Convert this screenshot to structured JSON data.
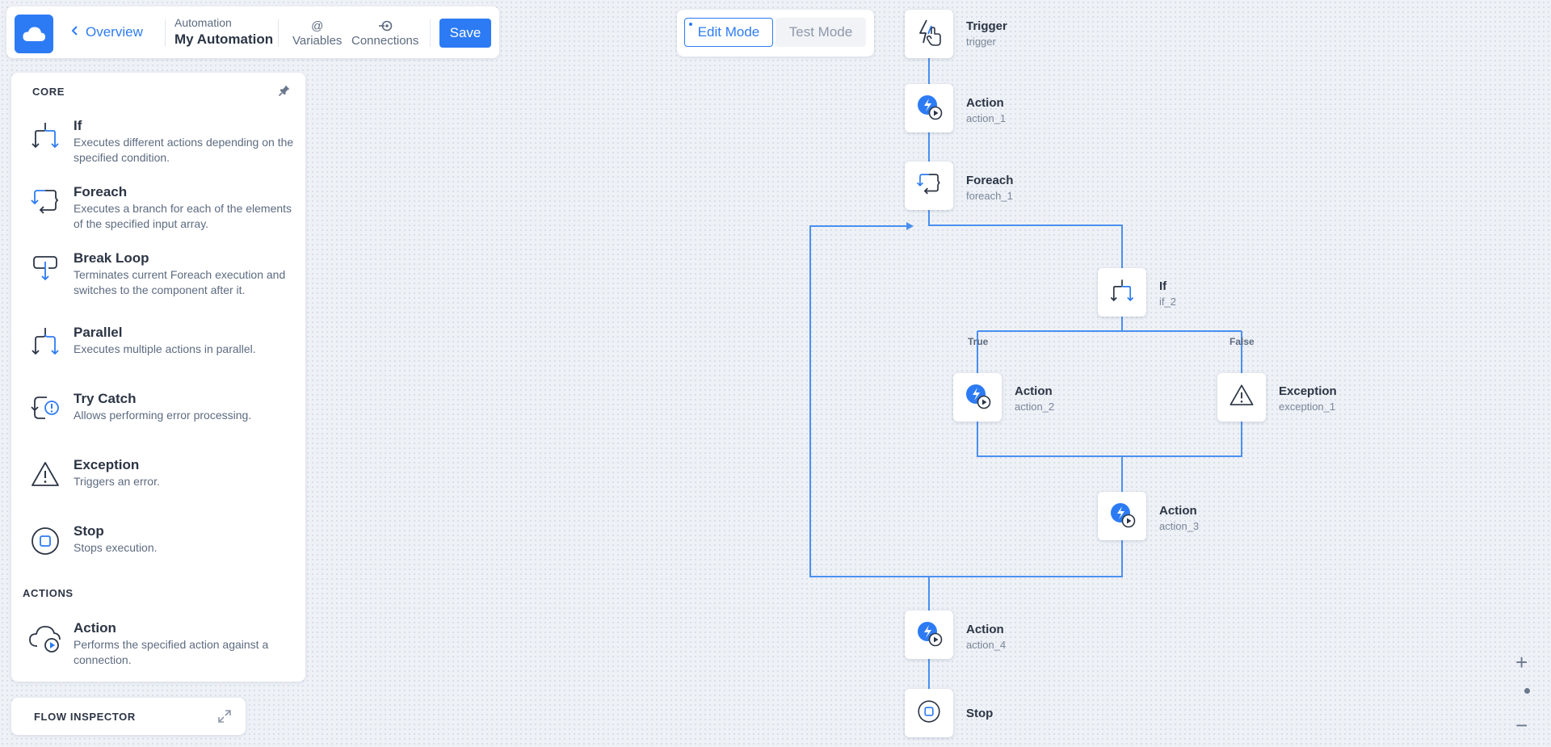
{
  "toolbar": {
    "back_label": "Overview",
    "breadcrumb_sub": "Automation",
    "breadcrumb_title": "My Automation",
    "variables_label": "Variables",
    "variables_icon": "@",
    "connections_label": "Connections",
    "save_label": "Save"
  },
  "modes": {
    "edit": "Edit Mode",
    "test": "Test Mode",
    "active": "edit"
  },
  "palette": {
    "core_heading": "CORE",
    "actions_heading": "ACTIONS",
    "items": [
      {
        "title": "If",
        "desc": "Executes different actions depending on the specified condition.",
        "icon": "if-icon"
      },
      {
        "title": "Foreach",
        "desc": "Executes a branch for each of the elements of the specified input array.",
        "icon": "foreach-icon"
      },
      {
        "title": "Break Loop",
        "desc": "Terminates current Foreach execution and switches to the component after it.",
        "icon": "break-loop-icon"
      },
      {
        "title": "Parallel",
        "desc": "Executes multiple actions in parallel.",
        "icon": "parallel-icon"
      },
      {
        "title": "Try Catch",
        "desc": "Allows performing error processing.",
        "icon": "try-catch-icon"
      },
      {
        "title": "Exception",
        "desc": "Triggers an error.",
        "icon": "exception-icon"
      },
      {
        "title": "Stop",
        "desc": "Stops execution.",
        "icon": "stop-icon"
      },
      {
        "title": "Action",
        "desc": "Performs the specified action against a connection.",
        "icon": "cloud-action-icon"
      }
    ]
  },
  "inspector": {
    "label": "FLOW INSPECTOR"
  },
  "flow": {
    "nodes": {
      "trigger": {
        "title": "Trigger",
        "id": "trigger"
      },
      "action_1": {
        "title": "Action",
        "id": "action_1"
      },
      "foreach_1": {
        "title": "Foreach",
        "id": "foreach_1"
      },
      "if_2": {
        "title": "If",
        "id": "if_2"
      },
      "action_2": {
        "title": "Action",
        "id": "action_2"
      },
      "exception_1": {
        "title": "Exception",
        "id": "exception_1"
      },
      "action_3": {
        "title": "Action",
        "id": "action_3"
      },
      "action_4": {
        "title": "Action",
        "id": "action_4"
      },
      "stop": {
        "title": "Stop"
      }
    },
    "branches": {
      "true_label": "True",
      "false_label": "False"
    }
  },
  "colors": {
    "accent": "#2d7bf4",
    "text": "#2c3545",
    "muted": "#5d6b80"
  },
  "zoom": {
    "in": "+",
    "out": "−"
  }
}
